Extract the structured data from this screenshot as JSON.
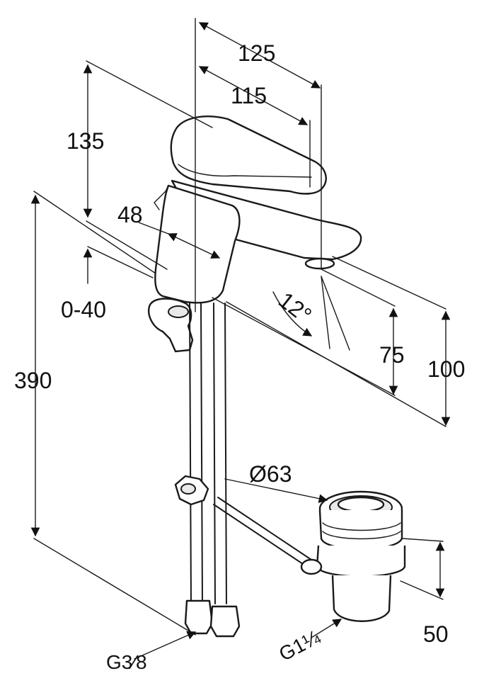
{
  "dimensions": {
    "spout_reach_outer": "125",
    "spout_reach_inner": "115",
    "lever_height": "135",
    "lever_offset": "48",
    "pop_up_travel": "0-40",
    "total_length": "390",
    "spout_angle": "12°",
    "outlet_height_75": "75",
    "outlet_height_100": "100",
    "drain_diameter": "Ø63",
    "drain_height": "50",
    "hose_thread": "G3⁄8",
    "drain_thread": "G1¼"
  },
  "icons": {
    "arrow": "arrowhead-icon"
  }
}
